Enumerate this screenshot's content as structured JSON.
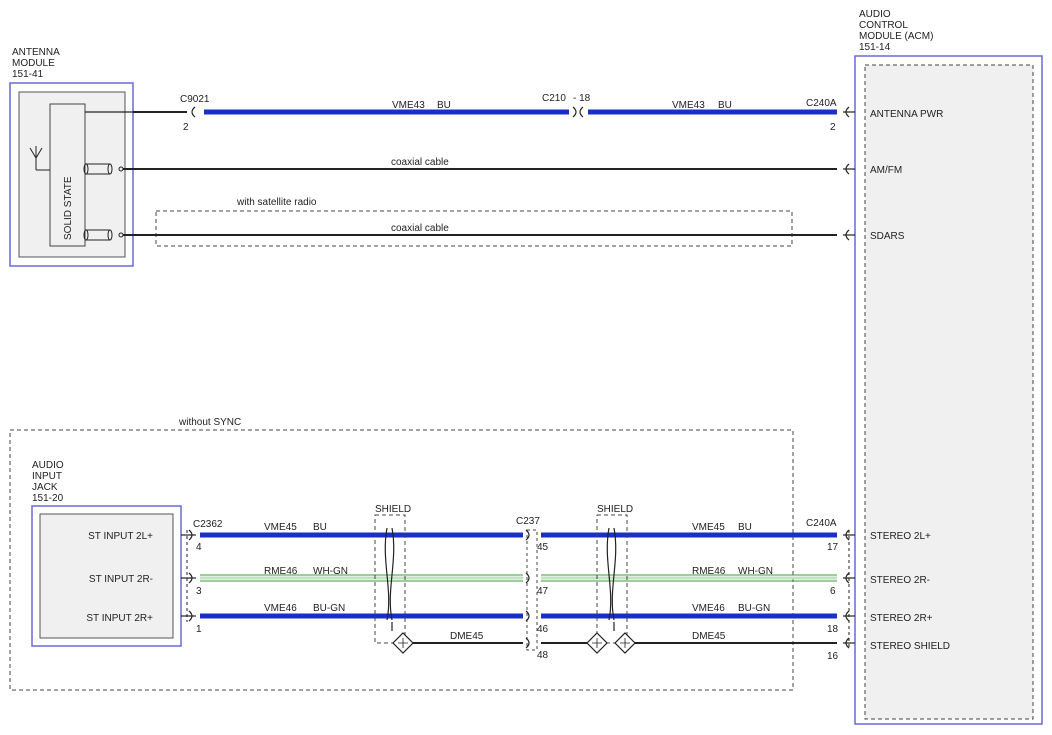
{
  "antenna_module": {
    "title": [
      "ANTENNA",
      "MODULE",
      "151-41"
    ],
    "inner_label": "SOLID STATE"
  },
  "acm": {
    "title": [
      "AUDIO",
      "CONTROL",
      "MODULE (ACM)",
      "151-14"
    ]
  },
  "audio_jack": {
    "title": [
      "AUDIO",
      "INPUT",
      "JACK",
      "151-20"
    ]
  },
  "groups": {
    "satellite": "with satellite radio",
    "without_sync": "without SYNC"
  },
  "shield_label": "SHIELD",
  "connectors": {
    "c9021": "C9021",
    "c9021_pin": "2",
    "c210": "C210",
    "c210_pin": "- 18",
    "c240a": "C240A",
    "c2362": "C2362",
    "c237": "C237"
  },
  "wires": {
    "ant_pwr_a": {
      "circuit": "VME43",
      "color": "BU"
    },
    "ant_pwr_b": {
      "circuit": "VME43",
      "color": "BU"
    },
    "coax_1": "coaxial cable",
    "coax_2": "coaxial cable",
    "l_plus_a": {
      "circuit": "VME45",
      "color": "BU"
    },
    "l_plus_b": {
      "circuit": "VME45",
      "color": "BU"
    },
    "r_minus_a": {
      "circuit": "RME46",
      "color": "WH-GN"
    },
    "r_minus_b": {
      "circuit": "RME46",
      "color": "WH-GN"
    },
    "r_plus_a": {
      "circuit": "VME46",
      "color": "BU-GN"
    },
    "r_plus_b": {
      "circuit": "VME46",
      "color": "BU-GN"
    },
    "drain_a": "DME45",
    "drain_b": "DME45"
  },
  "acm_pins": [
    {
      "label": "ANTENNA PWR",
      "pin": "2"
    },
    {
      "label": "AM/FM",
      "pin": ""
    },
    {
      "label": "SDARS",
      "pin": ""
    },
    {
      "label": "STEREO 2L+",
      "pin": "17"
    },
    {
      "label": "STEREO 2R-",
      "pin": "6"
    },
    {
      "label": "STEREO 2R+",
      "pin": "18"
    },
    {
      "label": "STEREO SHIELD",
      "pin": "16"
    }
  ],
  "jack_pins": [
    {
      "label": "ST INPUT 2L+",
      "pin": "4"
    },
    {
      "label": "ST INPUT 2R-",
      "pin": "3"
    },
    {
      "label": "ST INPUT 2R+",
      "pin": "1"
    }
  ],
  "c237_pins": [
    "45",
    "47",
    "46",
    "48"
  ],
  "colors": {
    "blue_wire": "#1a2fc8",
    "green_stripe": "#3b9a3b",
    "module_border": "#6a6ad8",
    "module_fill": "#f0f0f0"
  }
}
